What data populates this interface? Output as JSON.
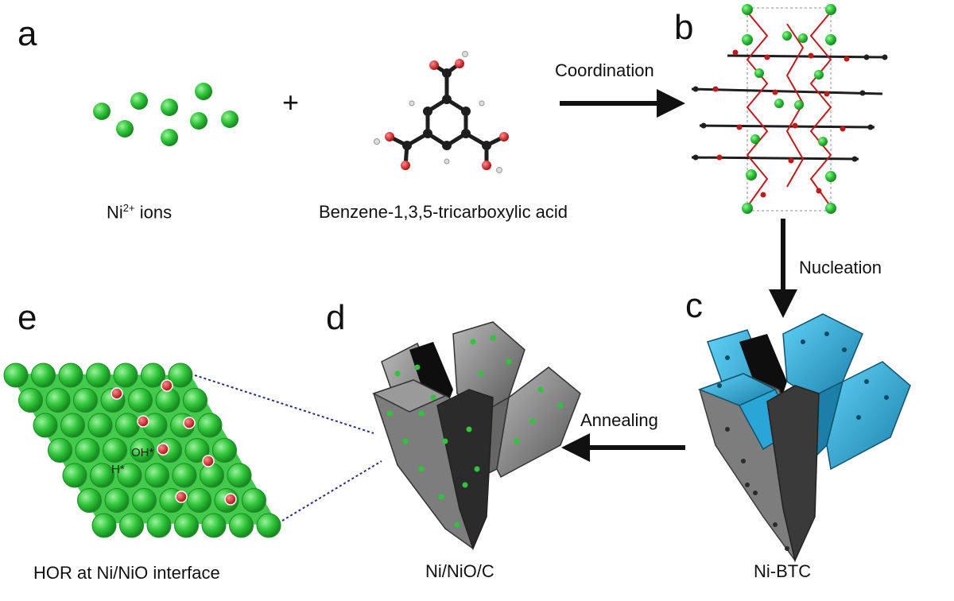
{
  "panels": {
    "a": "a",
    "b": "b",
    "c": "c",
    "d": "d",
    "e": "e"
  },
  "captions": {
    "ni_ions_base": "Ni",
    "ni_ions_sup": "2+",
    "ni_ions_rest": " ions",
    "btc_acid": "Benzene-1,3,5-tricarboxylic acid",
    "ni_btc": "Ni-BTC",
    "ni_nio_c": "Ni/NiO/C",
    "hor": "HOR at Ni/NiO interface"
  },
  "steps": {
    "coordination": "Coordination",
    "nucleation": "Nucleation",
    "annealing": "Annealing"
  },
  "symbols": {
    "plus": "+",
    "oh_label": "OH*",
    "h_label": "H*"
  },
  "colors": {
    "nickel_green": "#2fc43a",
    "oxygen_red": "#d0191b",
    "carbon_dark": "#1e1e1e",
    "mof_blue": "#2aa6d6",
    "carbon_gray": "#7d7d7d"
  }
}
